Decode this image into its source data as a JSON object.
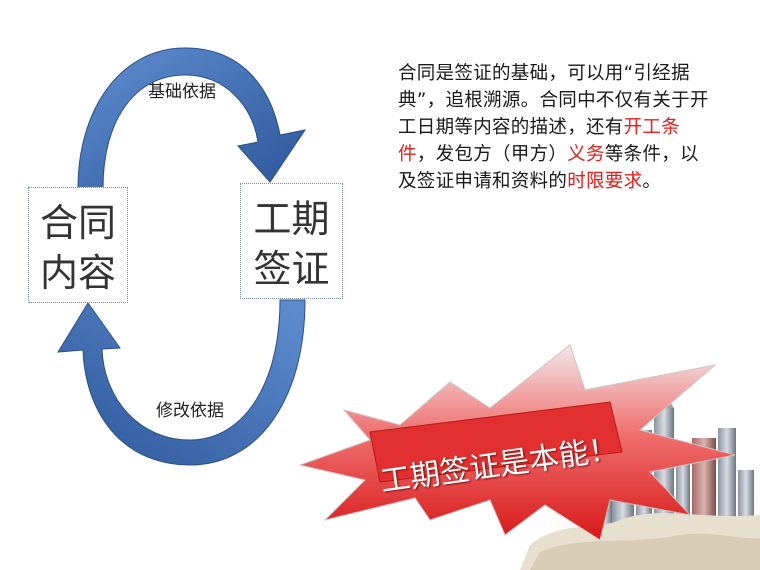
{
  "diagram": {
    "nodes": {
      "contract": {
        "line1": "合同",
        "line2": "内容"
      },
      "visa": {
        "line1": "工期",
        "line2": "签证"
      }
    },
    "edges": {
      "top_label": "基础依据",
      "bottom_label": "修改依据"
    },
    "colors": {
      "arrow": "#3f6fb5",
      "arrow_dark": "#2c4f86",
      "highlight": "#e0201c"
    }
  },
  "description": {
    "segments": [
      {
        "text": "合同是签证的基础，可以用“引经据典”，追根溯源。合同中不仅有关于开工日期等内容的描述，还有",
        "highlight": false
      },
      {
        "text": "开工条件",
        "highlight": true
      },
      {
        "text": "，发包方（甲方）",
        "highlight": false
      },
      {
        "text": "义务",
        "highlight": true
      },
      {
        "text": "等条件，以及签证申请和资料的",
        "highlight": false
      },
      {
        "text": "时限要求",
        "highlight": true
      },
      {
        "text": "。",
        "highlight": false
      }
    ]
  },
  "banner": {
    "slogan": "工期签证是本能！"
  }
}
